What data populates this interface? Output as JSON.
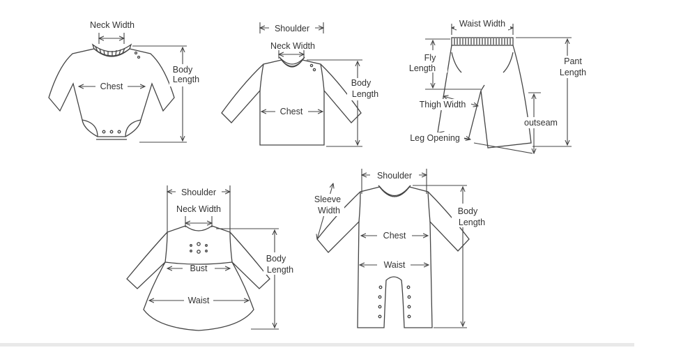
{
  "labels": {
    "bodysuit": {
      "neck_width": "Neck Width",
      "chest": "Chest",
      "body_length": [
        "Body",
        "Length"
      ]
    },
    "shirt": {
      "shoulder": "Shoulder",
      "neck_width": "Neck Width",
      "chest": "Chest",
      "body_length": [
        "Body",
        "Length"
      ]
    },
    "pants": {
      "waist_width": "Waist Width",
      "fly_length": [
        "Fly",
        "Length"
      ],
      "pant_length": [
        "Pant",
        "Length"
      ],
      "thigh_width": "Thigh Width",
      "outseam": "outseam",
      "leg_opening": "Leg Opening"
    },
    "dress": {
      "shoulder": "Shoulder",
      "neck_width": "Neck Width",
      "bust": "Bust",
      "waist": "Waist",
      "body_length": [
        "Body",
        "Length"
      ]
    },
    "romper": {
      "shoulder": "Shoulder",
      "sleeve_width": [
        "Sleeve",
        "Width"
      ],
      "chest": "Chest",
      "waist": "Waist",
      "body_length": [
        "Body",
        "Length"
      ]
    }
  }
}
